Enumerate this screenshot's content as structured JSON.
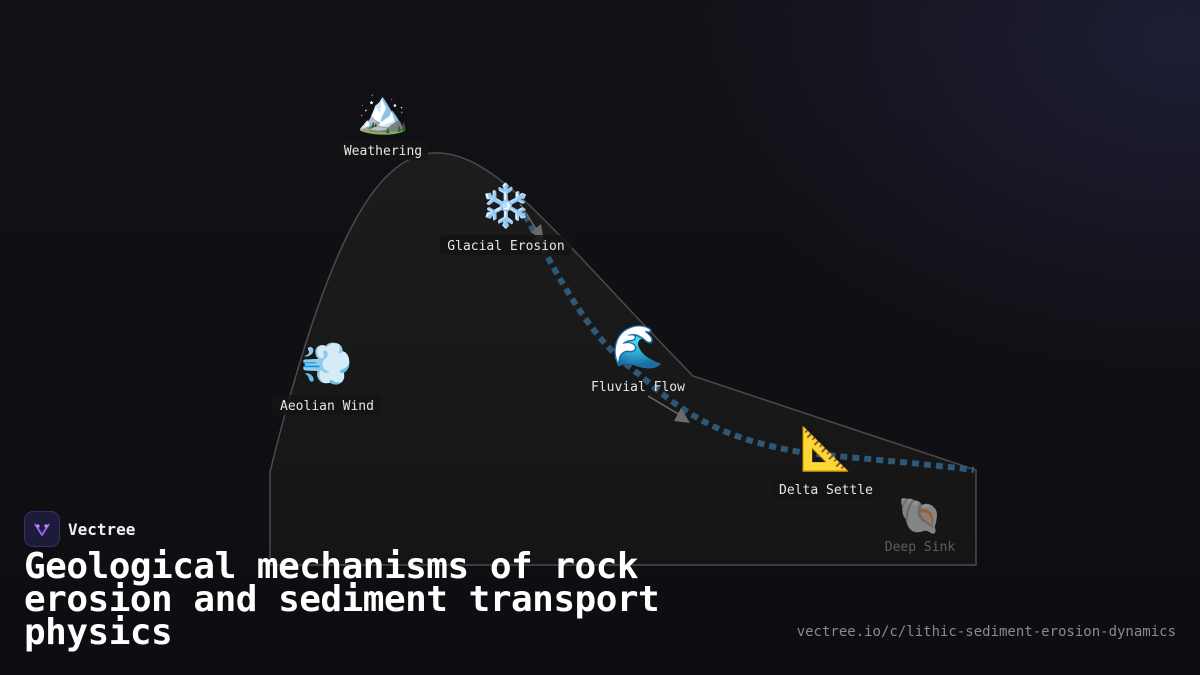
{
  "brand": {
    "name": "Vectree",
    "logo_icon": "vectree-logo-icon"
  },
  "title": "Geological mechanisms of rock erosion and sediment transport physics",
  "url": "vectree.io/c/lithic-sediment-erosion-dynamics",
  "colors": {
    "background": "#111116",
    "terrain_fill": "#1a1a1a",
    "terrain_stroke": "#4a4a4a",
    "flow_path": "#2e5878",
    "arrow": "#6a6a6a",
    "faded_label": "#7a7a7a"
  },
  "stages": [
    {
      "id": "weathering",
      "label": "Weathering",
      "icon": "🏔️",
      "icon_name": "mountain-icon"
    },
    {
      "id": "glacial",
      "label": "Glacial Erosion",
      "icon": "❄️",
      "icon_name": "snowflake-icon"
    },
    {
      "id": "aeolian",
      "label": "Aeolian Wind",
      "icon": "💨",
      "icon_name": "wind-icon"
    },
    {
      "id": "fluvial",
      "label": "Fluvial Flow",
      "icon": "🌊",
      "icon_name": "wave-icon"
    },
    {
      "id": "delta",
      "label": "Delta Settle",
      "icon": "📐",
      "icon_name": "triangle-ruler-icon"
    },
    {
      "id": "deep",
      "label": "Deep Sink",
      "icon": "🐚",
      "icon_name": "shell-icon",
      "faded": true
    }
  ]
}
